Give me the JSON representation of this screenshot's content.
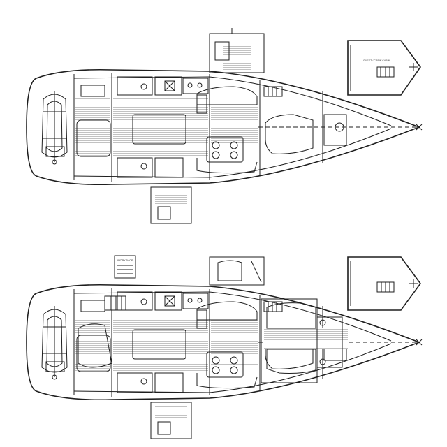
{
  "layouts": [
    {
      "id": "layout-a",
      "inset_forepeak_label": "GUEST / CREW CABIN"
    },
    {
      "id": "layout-b",
      "inset_forepeak_label": "",
      "inset_label_card": "WORKSHOP"
    }
  ],
  "colors": {
    "line": "#1e1e1e",
    "floor": "#b9b9b9",
    "background": "#ffffff"
  }
}
